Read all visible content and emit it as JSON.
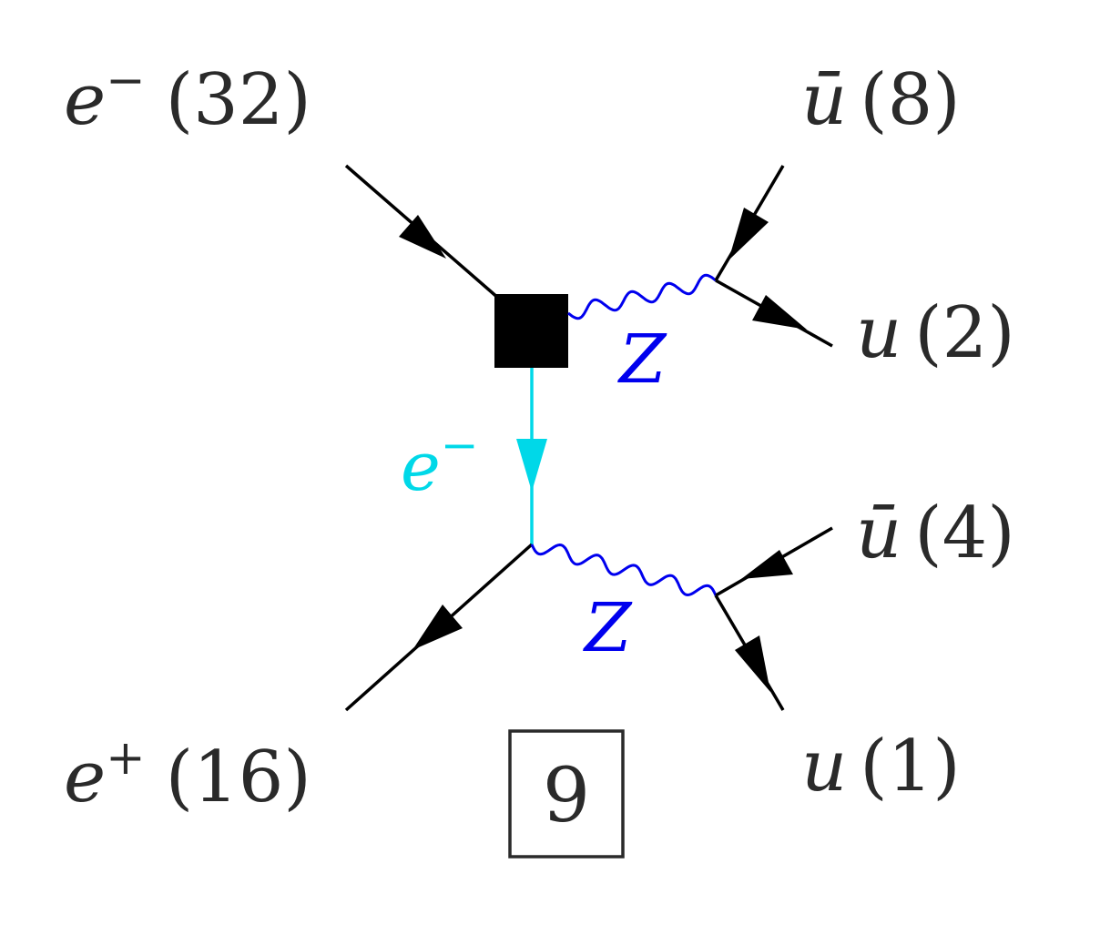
{
  "diagram": {
    "external_legs": {
      "e_minus_in": {
        "symbol": "e",
        "superscript": "−",
        "index": "(32)"
      },
      "e_plus": {
        "symbol": "e",
        "superscript": "+",
        "index": "(16)"
      },
      "ubar_top": {
        "symbol": "ū",
        "index": "(8)"
      },
      "u_top": {
        "symbol": "u",
        "index": "(2)"
      },
      "ubar_bottom": {
        "symbol": "ū",
        "index": "(4)"
      },
      "u_bottom": {
        "symbol": "u",
        "index": "(1)"
      }
    },
    "internal_lines": {
      "boson_top": {
        "label": "Z",
        "color": "#0000ee"
      },
      "boson_bottom": {
        "label": "Z",
        "color": "#0000ee"
      },
      "propagator": {
        "symbol": "e",
        "superscript": "−",
        "color": "#00d8e8"
      }
    },
    "diagram_number": "9",
    "colors": {
      "fermion_line": "#000000",
      "label_text": "#2a2a2a",
      "vertex_box": "#000000"
    }
  }
}
